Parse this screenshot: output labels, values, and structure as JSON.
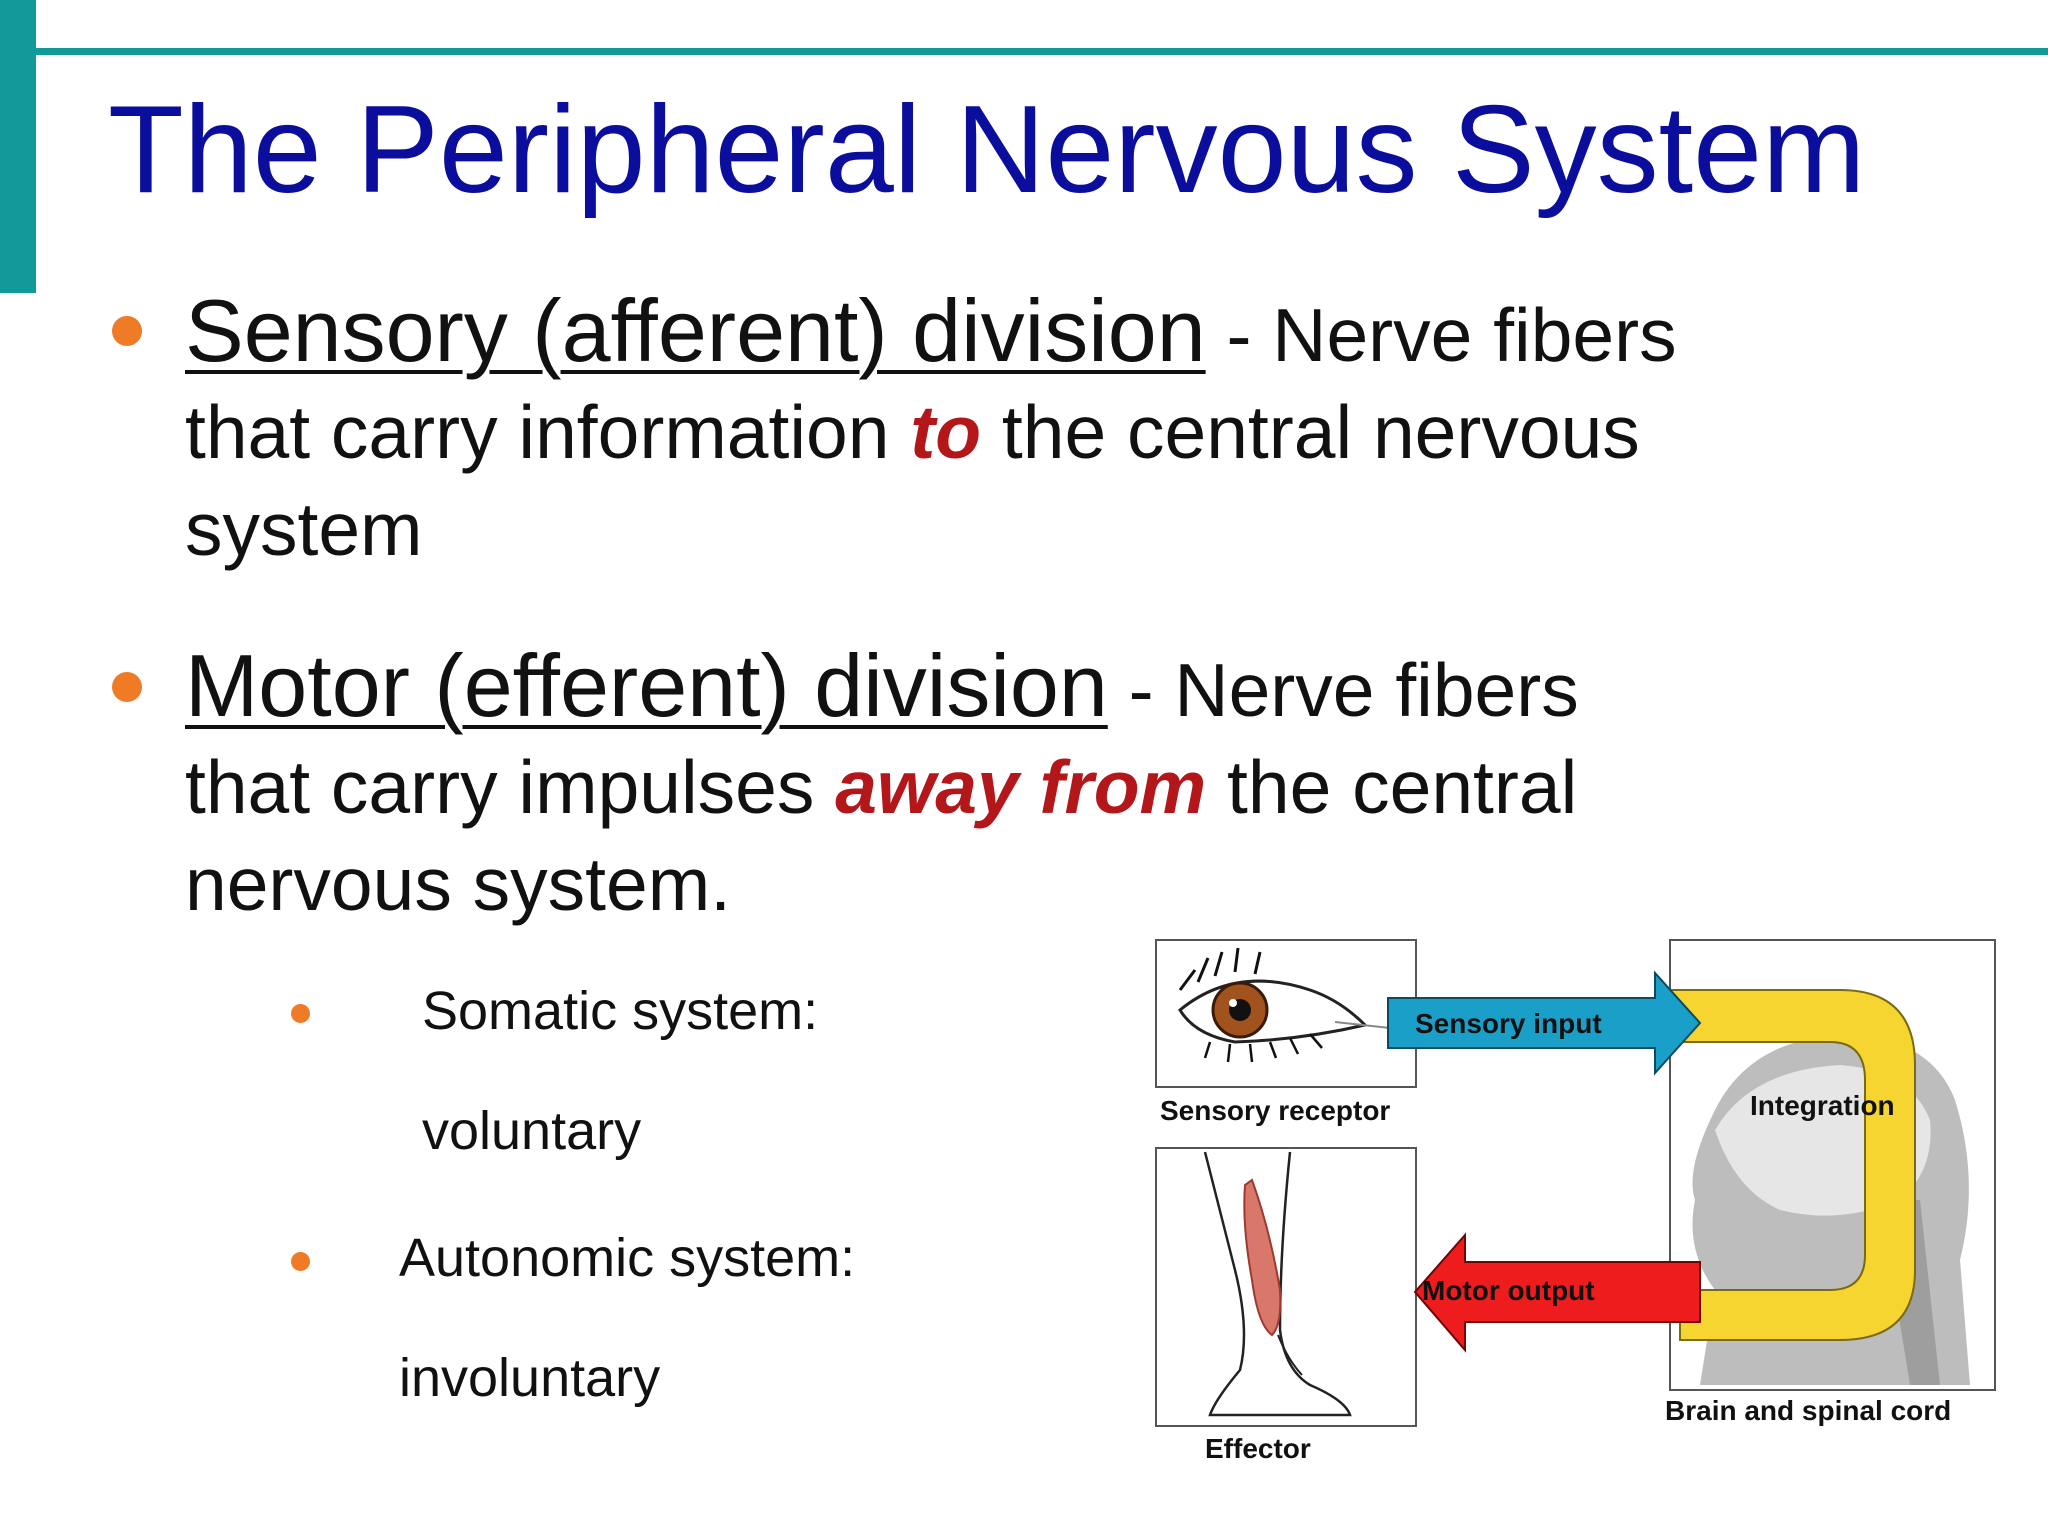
{
  "slide": {
    "title": "The Peripheral Nervous System",
    "bullets": [
      {
        "heading": "Sensory (afferent) division",
        "dash": " - ",
        "text_before": "Nerve fibers that carry information ",
        "emphasis": "to",
        "text_after": " the central nervous system"
      },
      {
        "heading": "Motor (efferent) division",
        "dash": " - ",
        "text_before": "Nerve fibers that carry impulses ",
        "emphasis": "away from",
        "text_after": " the central nervous system."
      }
    ],
    "sub_bullets": [
      {
        "label": "Somatic system:",
        "value": "voluntary"
      },
      {
        "label": "Autonomic system:",
        "value": "involuntary"
      }
    ]
  },
  "diagram": {
    "sensory_input": "Sensory input",
    "integration": "Integration",
    "motor_output": "Motor output",
    "sensory_receptor": "Sensory receptor",
    "effector": "Effector",
    "brain_spinal_cord": "Brain and spinal cord",
    "colors": {
      "sensory_arrow": "#1aa0c8",
      "motor_arrow": "#ee1c1c",
      "integration_band": "#f6d531",
      "head": "#bdbdbd"
    }
  }
}
